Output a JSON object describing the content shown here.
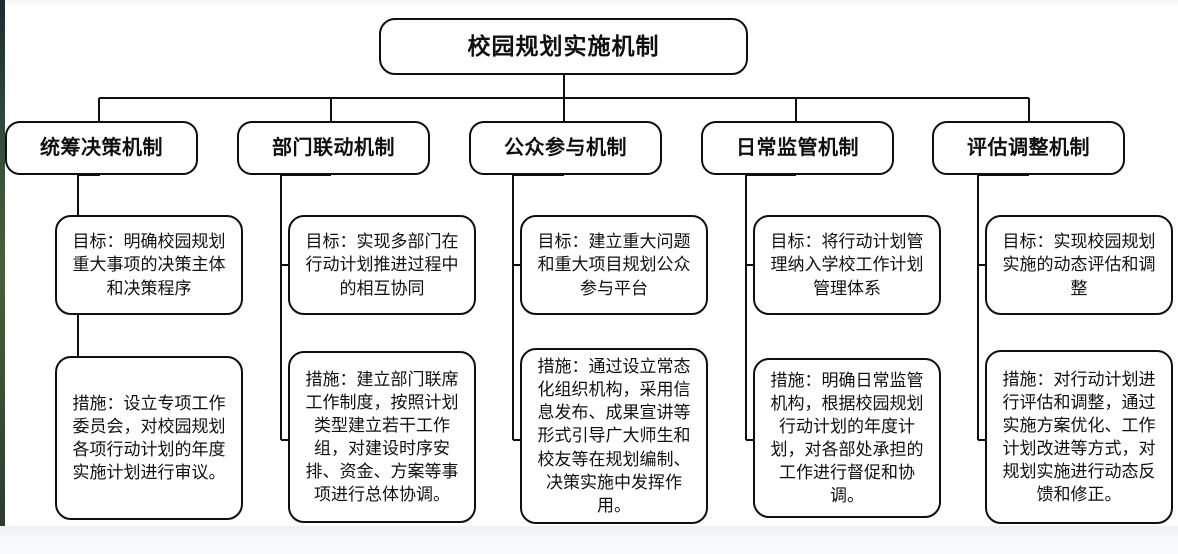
{
  "diagram": {
    "type": "org-tree",
    "root": {
      "id": "root",
      "label": "校园规划实施机制"
    },
    "branches": [
      {
        "id": "branch-1",
        "title": "统筹决策机制",
        "goal": "目标：明确校园规划重大事项的决策主体和决策程序",
        "measure": "措施：设立专项工作委员会，对校园规划各项行动计划的年度实施计划进行审议。"
      },
      {
        "id": "branch-2",
        "title": "部门联动机制",
        "goal": "目标：实现多部门在行动计划推进过程中的相互协同",
        "measure": "措施：建立部门联席工作制度，按照计划类型建立若干工作组，对建设时序安排、资金、方案等事项进行总体协调。"
      },
      {
        "id": "branch-3",
        "title": "公众参与机制",
        "goal": "目标：建立重大问题和重大项目规划公众参与平台",
        "measure": "措施：通过设立常态化组织机构，采用信息发布、成果宣讲等形式引导广大师生和校友等在规划编制、决策实施中发挥作用。"
      },
      {
        "id": "branch-4",
        "title": "日常监管机制",
        "goal": "目标：将行动计划管理纳入学校工作计划管理体系",
        "measure": "措施：明确日常监管机构，根据校园规划行动计划的年度计划，对各部处承担的工作进行督促和协调。"
      },
      {
        "id": "branch-5",
        "title": "评估调整机制",
        "goal": "目标：实现校园规划实施的动态评估和调整",
        "measure": "措施：对行动计划进行评估和调整，通过实施方案优化、工作计划改进等方式，对规划实施进行动态反馈和修正。"
      }
    ],
    "style": {
      "line_color": "#0f0f0f",
      "box_fill": "#ffffff",
      "text_color": "#101010",
      "page_background": "#ffffff"
    }
  }
}
